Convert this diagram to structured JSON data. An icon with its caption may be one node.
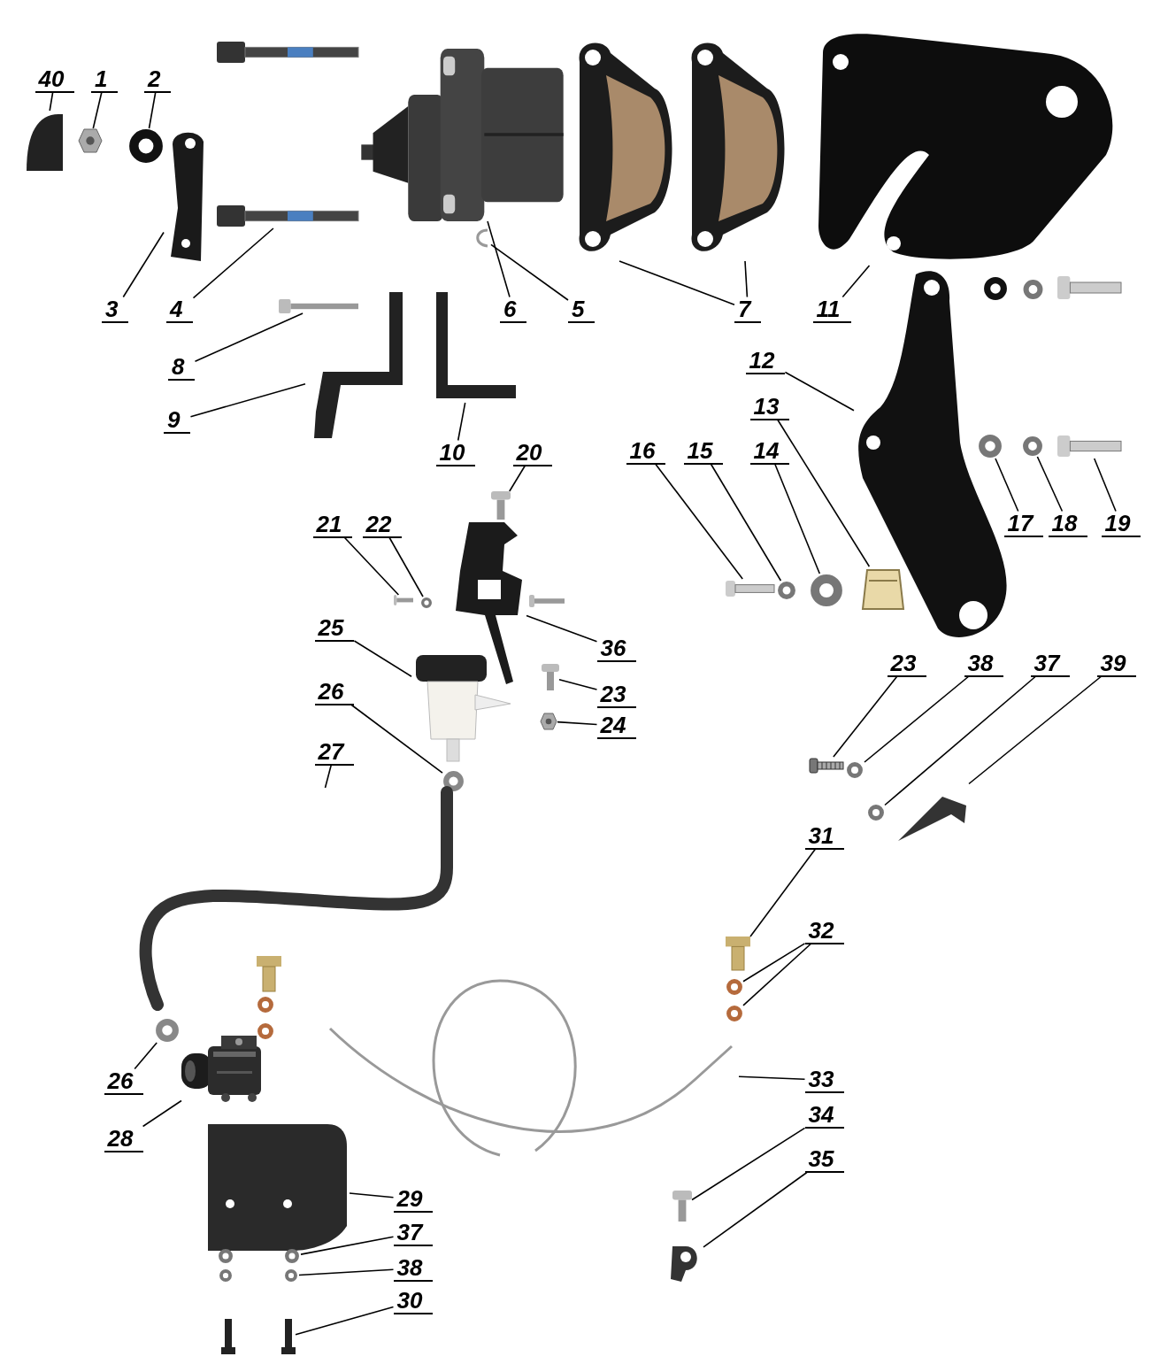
{
  "diagram": {
    "nodes": [
      {
        "text": [
          "40"
        ]
      },
      {
        "text": [],
        "shape": "picture"
      },
      {
        "text": [
          "1"
        ]
      },
      {
        "text": [],
        "shape": "picture"
      },
      {
        "text": [
          "2"
        ]
      },
      {
        "text": [],
        "shape": "circle"
      },
      {
        "text": [
          "3"
        ]
      },
      {
        "text": [],
        "shape": "picture"
      },
      {
        "text": [
          "4"
        ]
      },
      {
        "text": [],
        "shape": "picture"
      },
      {
        "text": [
          "6"
        ]
      },
      {
        "text": [],
        "shape": "picture"
      },
      {
        "text": [
          "5"
        ]
      },
      {
        "text": [],
        "shape": "picture"
      },
      {
        "text": [
          "7"
        ]
      },
      {
        "text": [],
        "shape": "picture"
      },
      {
        "text": [],
        "shape": "picture"
      },
      {
        "text": [
          "11"
        ]
      },
      {
        "text": [],
        "shape": "picture"
      },
      {
        "text": [
          "8"
        ]
      },
      {
        "text": [],
        "shape": "picture"
      },
      {
        "text": [
          "9"
        ]
      },
      {
        "text": [],
        "shape": "picture"
      },
      {
        "text": [
          "10"
        ]
      },
      {
        "text": [],
        "shape": "picture"
      },
      {
        "text": [
          "12"
        ]
      },
      {
        "text": [],
        "shape": "picture"
      },
      {
        "text": [
          "13"
        ]
      },
      {
        "text": [],
        "shape": "picture"
      },
      {
        "text": [
          "14"
        ]
      },
      {
        "text": [],
        "shape": "circle"
      },
      {
        "text": [
          "15"
        ]
      },
      {
        "text": [],
        "shape": "circle"
      },
      {
        "text": [
          "16"
        ]
      },
      {
        "text": [],
        "shape": "picture"
      },
      {
        "text": [
          "17"
        ]
      },
      {
        "text": [],
        "shape": "circle"
      },
      {
        "text": [
          "18"
        ]
      },
      {
        "text": [],
        "shape": "circle"
      },
      {
        "text": [
          "19"
        ]
      },
      {
        "text": [],
        "shape": "picture"
      },
      {
        "text": [
          "20"
        ]
      },
      {
        "text": [],
        "shape": "picture"
      },
      {
        "text": [
          "21"
        ]
      },
      {
        "text": [],
        "shape": "picture"
      },
      {
        "text": [
          "22"
        ]
      },
      {
        "text": [],
        "shape": "circle"
      },
      {
        "text": [
          "25"
        ]
      },
      {
        "text": [],
        "shape": "picture"
      },
      {
        "text": [
          "36"
        ]
      },
      {
        "text": [],
        "shape": "picture"
      },
      {
        "text": [
          "23"
        ]
      },
      {
        "text": [],
        "shape": "picture"
      },
      {
        "text": [
          "24"
        ]
      },
      {
        "text": [],
        "shape": "picture"
      },
      {
        "text": [
          "26"
        ]
      },
      {
        "text": [],
        "shape": "circle"
      },
      {
        "text": [
          "27"
        ]
      },
      {
        "text": [],
        "shape": "picture"
      },
      {
        "text": [
          "23"
        ]
      },
      {
        "text": [],
        "shape": "picture"
      },
      {
        "text": [
          "38"
        ]
      },
      {
        "text": [],
        "shape": "circle"
      },
      {
        "text": [
          "37"
        ]
      },
      {
        "text": [],
        "shape": "circle"
      },
      {
        "text": [
          "39"
        ]
      },
      {
        "text": [],
        "shape": "picture"
      },
      {
        "text": [
          "31"
        ]
      },
      {
        "text": [],
        "shape": "picture"
      },
      {
        "text": [
          "32"
        ]
      },
      {
        "text": [],
        "shape": "circle"
      },
      {
        "text": [],
        "shape": "circle"
      },
      {
        "text": [
          "26"
        ]
      },
      {
        "text": [],
        "shape": "circle"
      },
      {
        "text": [
          "28"
        ]
      },
      {
        "text": [],
        "shape": "picture"
      },
      {
        "text": [
          "33"
        ]
      },
      {
        "text": [],
        "shape": "picture"
      },
      {
        "text": [
          "34"
        ]
      },
      {
        "text": [],
        "shape": "picture"
      },
      {
        "text": [
          "35"
        ]
      },
      {
        "text": [],
        "shape": "picture"
      },
      {
        "text": [
          "29"
        ]
      },
      {
        "text": [],
        "shape": "picture"
      },
      {
        "text": [
          "37"
        ]
      },
      {
        "text": [],
        "shape": "circle"
      },
      {
        "text": [
          "38"
        ]
      },
      {
        "text": [],
        "shape": "circle"
      },
      {
        "text": [
          "30"
        ]
      },
      {
        "text": [],
        "shape": "picture"
      }
    ],
    "edges": [
      {
        "from": 0,
        "to": 1,
        "arrow": "none"
      },
      {
        "from": 2,
        "to": 3,
        "arrow": "none"
      },
      {
        "from": 4,
        "to": 5,
        "arrow": "none"
      },
      {
        "from": 6,
        "to": 7,
        "arrow": "none"
      },
      {
        "from": 8,
        "to": 9,
        "arrow": "none"
      },
      {
        "from": 10,
        "to": 11,
        "arrow": "none"
      },
      {
        "from": 12,
        "to": 13,
        "arrow": "none"
      },
      {
        "from": 14,
        "to": 15,
        "arrow": "none"
      },
      {
        "from": 14,
        "to": 16,
        "arrow": "none"
      },
      {
        "from": 17,
        "to": 18,
        "arrow": "none"
      },
      {
        "from": 19,
        "to": 20,
        "arrow": "none"
      },
      {
        "from": 21,
        "to": 22,
        "arrow": "none"
      },
      {
        "from": 23,
        "to": 24,
        "arrow": "none"
      },
      {
        "from": 25,
        "to": 26,
        "arrow": "none"
      },
      {
        "from": 27,
        "to": 28,
        "arrow": "none"
      },
      {
        "from": 29,
        "to": 30,
        "arrow": "none"
      },
      {
        "from": 31,
        "to": 32,
        "arrow": "none"
      },
      {
        "from": 33,
        "to": 34,
        "arrow": "none"
      },
      {
        "from": 35,
        "to": 36,
        "arrow": "none"
      },
      {
        "from": 37,
        "to": 38,
        "arrow": "none"
      },
      {
        "from": 39,
        "to": 40,
        "arrow": "none"
      },
      {
        "from": 41,
        "to": 42,
        "arrow": "none"
      },
      {
        "from": 43,
        "to": 44,
        "arrow": "none"
      },
      {
        "from": 45,
        "to": 46,
        "arrow": "none"
      },
      {
        "from": 47,
        "to": 48,
        "arrow": "none"
      },
      {
        "from": 49,
        "to": 50,
        "arrow": "none"
      },
      {
        "from": 51,
        "to": 52,
        "arrow": "none"
      },
      {
        "from": 53,
        "to": 54,
        "arrow": "none"
      },
      {
        "from": 55,
        "to": 56,
        "arrow": "none"
      },
      {
        "from": 57,
        "to": 58,
        "arrow": "none"
      },
      {
        "from": 59,
        "to": 60,
        "arrow": "none"
      },
      {
        "from": 61,
        "to": 62,
        "arrow": "none"
      },
      {
        "from": 63,
        "to": 64,
        "arrow": "none"
      },
      {
        "from": 65,
        "to": 66,
        "arrow": "none"
      },
      {
        "from": 67,
        "to": 68,
        "arrow": "none"
      },
      {
        "from": 69,
        "to": 70,
        "arrow": "none"
      },
      {
        "from": 69,
        "to": 71,
        "arrow": "none"
      },
      {
        "from": 72,
        "to": 73,
        "arrow": "none"
      },
      {
        "from": 74,
        "to": 75,
        "arrow": "none"
      },
      {
        "from": 76,
        "to": 77,
        "arrow": "none"
      },
      {
        "from": 78,
        "to": 79,
        "arrow": "none"
      },
      {
        "from": 80,
        "to": 81,
        "arrow": "none"
      },
      {
        "from": 82,
        "to": 83,
        "arrow": "none"
      },
      {
        "from": 84,
        "to": 85,
        "arrow": "none"
      },
      {
        "from": 86,
        "to": 87,
        "arrow": "none"
      },
      {
        "from": 88,
        "to": 89,
        "arrow": "none"
      }
    ]
  }
}
